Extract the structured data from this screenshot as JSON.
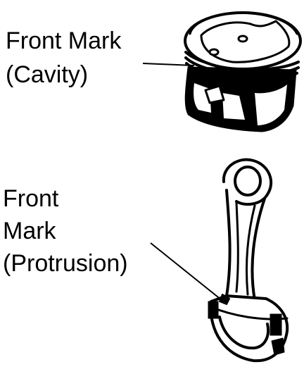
{
  "piston_callout": {
    "line1": "Front Mark",
    "line2": "(Cavity)"
  },
  "rod_callout": {
    "line1": "Front",
    "line2": "Mark",
    "line3": "(Protrusion)"
  }
}
